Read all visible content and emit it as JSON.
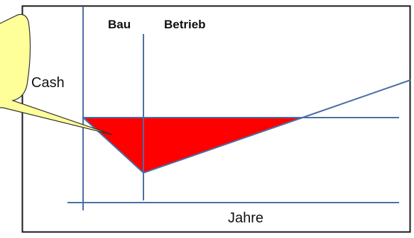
{
  "labels": {
    "phase_construction": "Bau",
    "phase_operation": "Betrieb",
    "y_axis": "Cash",
    "x_axis": "Jahre"
  },
  "callout": {
    "text": ""
  },
  "colors": {
    "frame": "#1a1a1a",
    "axis": "#4a6fa5",
    "deficit_fill": "#ff0000",
    "callout_fill": "#ffff99",
    "callout_stroke": "#333333"
  }
}
